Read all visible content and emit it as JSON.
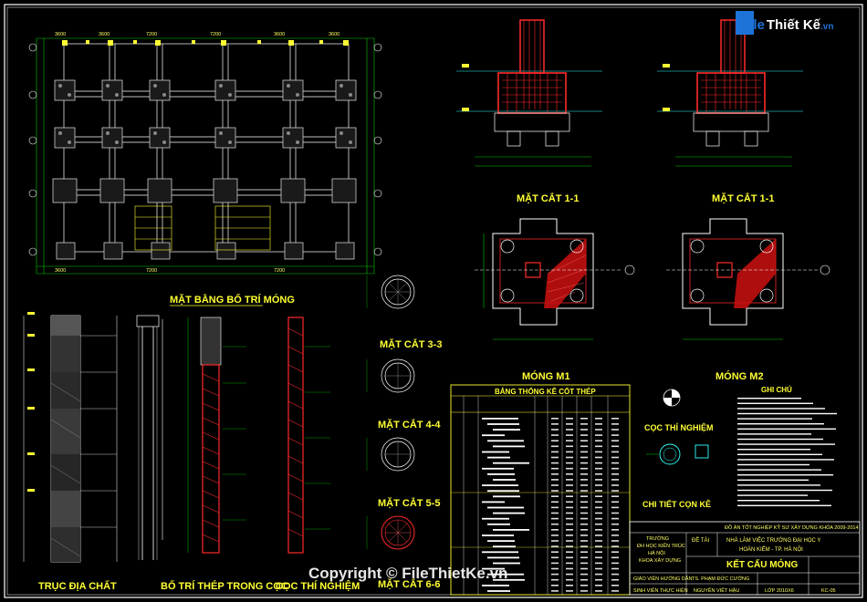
{
  "logo": {
    "prefix": "File",
    "name": "Thiết Kế",
    "suffix": ".vn"
  },
  "watermark": "Copyright © FileThietKe.vn",
  "titles": {
    "plan": "MẶT BẰNG BỐ TRÍ MÓNG",
    "section_1_left": "MẶT CẮT 1-1",
    "section_1_right": "MẶT CẮT 1-1",
    "m1": "MÓNG M1",
    "m2": "MÓNG M2",
    "s33": "MẶT CẮT 3-3",
    "s44": "MẶT CẮT 4-4",
    "s55": "MẶT CẮT 5-5",
    "s66": "MẶT CẮT 6-6",
    "geology": "TRỤC ĐỊA CHẤT",
    "pile_rebar": "BỐ TRÍ THÉP TRONG CỌC",
    "test_pile": "CỌC THÍ NGHIỆM",
    "test_pile_right": "CỌC THÍ NGHIỆM",
    "pile_joint": "CHI TIẾT CỌN KÊ",
    "notes": "GHI CHÚ"
  },
  "rebar_table": {
    "title": "BẢNG THỐNG KÊ CỐT THÉP"
  },
  "title_block": {
    "project_line": "ĐỒ ÁN TỐT NGHIỆP KỸ SƯ XÂY DỰNG KHÓA 2009-2014",
    "topic_label": "ĐỀ TÀI",
    "project_name_1": "NHÀ LÀM VIỆC TRƯỜNG ĐẠI HỌC Y",
    "project_name_2": "HOÀN KIẾM - TP. HÀ NỘI",
    "drawing_name": "KẾT CẤU MÓNG",
    "school_1": "TRƯỜNG",
    "school_2": "ĐH HỌC KIẾN TRÚC",
    "school_3": "HÀ NỘI",
    "school_4": "KHOA XÂY DỰNG",
    "role_1": "GIÁO VIÊN HƯỚNG DẪN",
    "role_2": "SINH VIÊN THỰC HIỆN",
    "person_1": "TS. PHẠM ĐỨC CƯỜNG",
    "person_2": "NGUYỄN VIẾT HẬU",
    "class": "LỚP 2010X6",
    "sheet_no": "KC-05"
  },
  "colors": {
    "frame": "#ffffff",
    "grid": "#00cc00",
    "column": "#cfcfcf",
    "rebar": "#ff2a2a",
    "cyan": "#33ffff",
    "title": "#ffff33",
    "logo_blue": "#1e73d8"
  }
}
